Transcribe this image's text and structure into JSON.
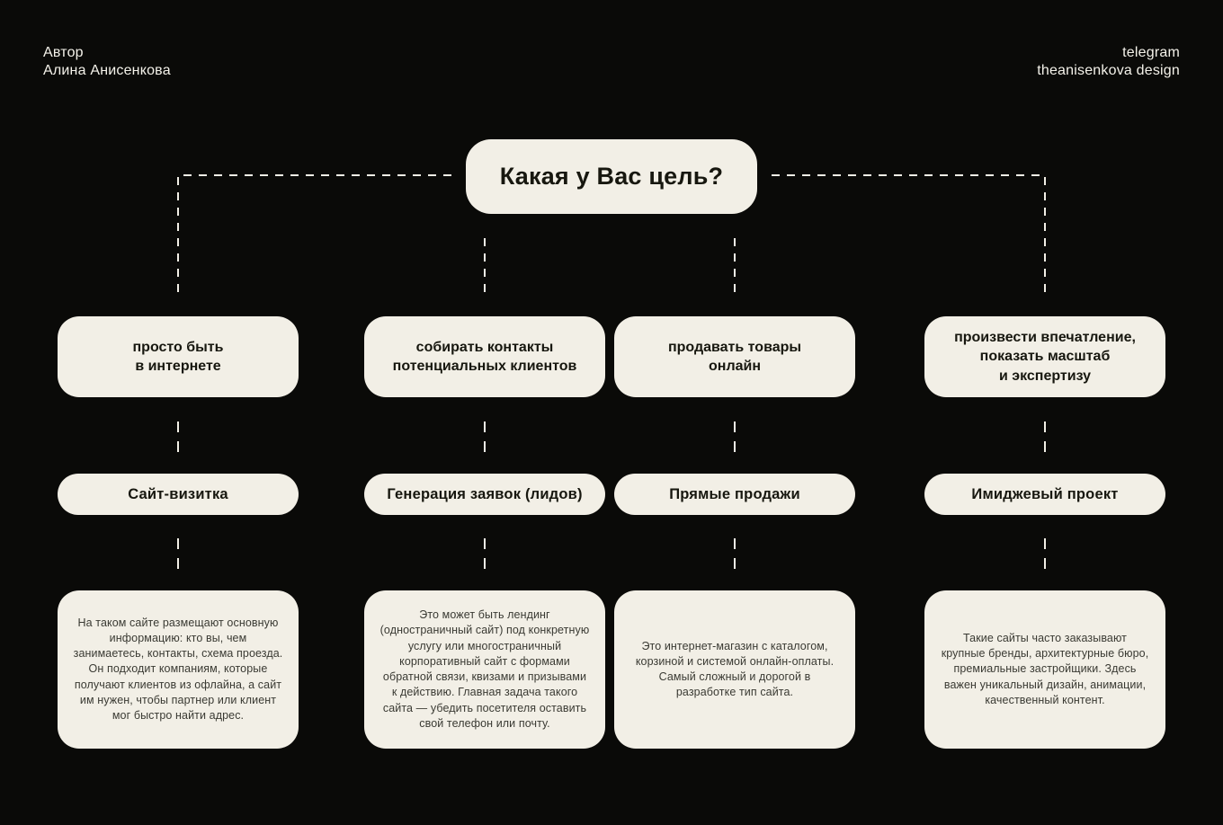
{
  "theme": {
    "background": "#0a0a08",
    "card_bg": "#f2efe6",
    "card_text": "#17170f",
    "desc_text": "#3a3a33",
    "line_color": "#f2efe6",
    "header_text": "#f4f2ea"
  },
  "header": {
    "author_label": "Автор",
    "author_name": "Алина Анисенкова",
    "contact_label": "telegram",
    "contact_handle": "theanisenkova design"
  },
  "root_question": "Какая у Вас цель?",
  "columns": [
    {
      "goal": "просто быть\nв интернете",
      "type": "Сайт-визитка",
      "description": "На таком сайте размещают основную информацию: кто вы, чем занимаетесь, контакты, схема проезда. Он подходит компаниям, которые получают клиентов из офлайна, а сайт им нужен, чтобы партнер или клиент мог быстро найти адрес."
    },
    {
      "goal": "собирать контакты\nпотенциальных клиентов",
      "type": "Генерация заявок (лидов)",
      "description": "Это может быть лендинг (одностраничный сайт) под конкретную услугу или многостраничный корпоративный сайт с формами обратной связи, квизами и призывами к действию. Главная задача такого сайта — убедить посетителя оставить свой телефон или почту."
    },
    {
      "goal": "продавать товары\nонлайн",
      "type": "Прямые продажи",
      "description": "Это интернет-магазин с каталогом, корзиной и системой онлайн-оплаты. Самый сложный и дорогой в разработке тип сайта."
    },
    {
      "goal": "произвести впечатление,\nпоказать масштаб\nи экспертизу",
      "type": "Имиджевый проект",
      "description": "Такие сайты часто заказывают крупные бренды, архитектурные бюро, премиальные застройщики. Здесь важен уникальный дизайн, анимации, качественный контент."
    }
  ]
}
